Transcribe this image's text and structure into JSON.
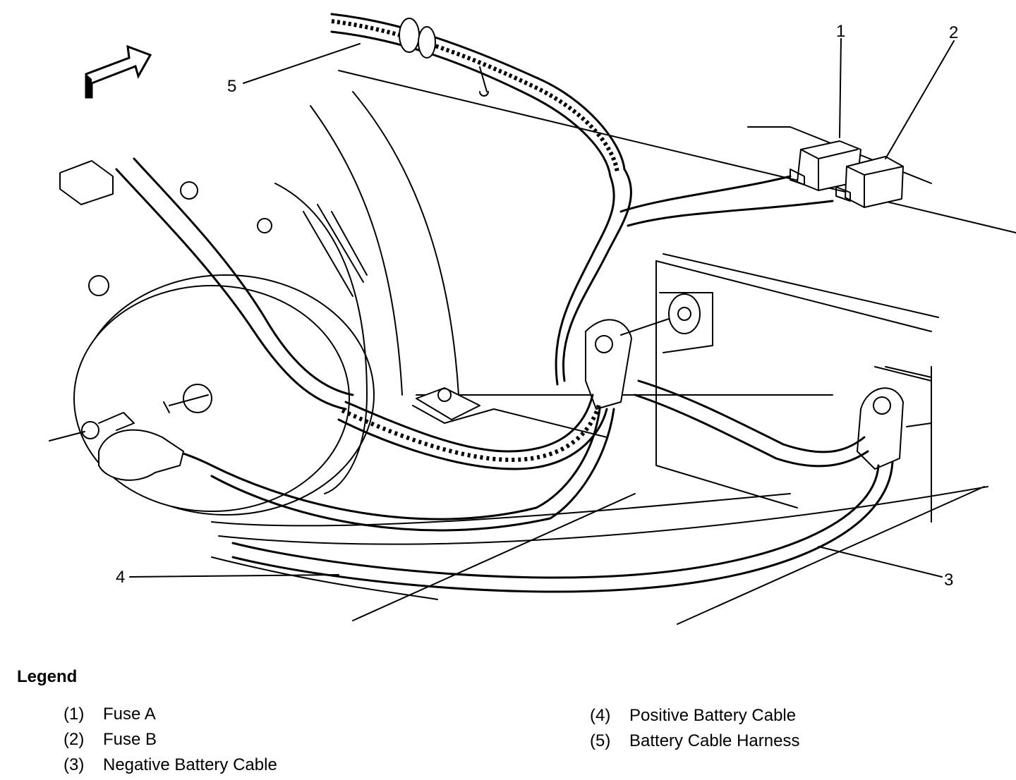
{
  "callouts": {
    "c1": "1",
    "c2": "2",
    "c3": "3",
    "c4": "4",
    "c5": "5"
  },
  "legend": {
    "title": "Legend",
    "items": [
      {
        "num": "(1)",
        "label": "Fuse A"
      },
      {
        "num": "(2)",
        "label": "Fuse B"
      },
      {
        "num": "(3)",
        "label": "Negative Battery Cable"
      },
      {
        "num": "(4)",
        "label": "Positive Battery Cable"
      },
      {
        "num": "(5)",
        "label": "Battery Cable Harness"
      }
    ]
  }
}
